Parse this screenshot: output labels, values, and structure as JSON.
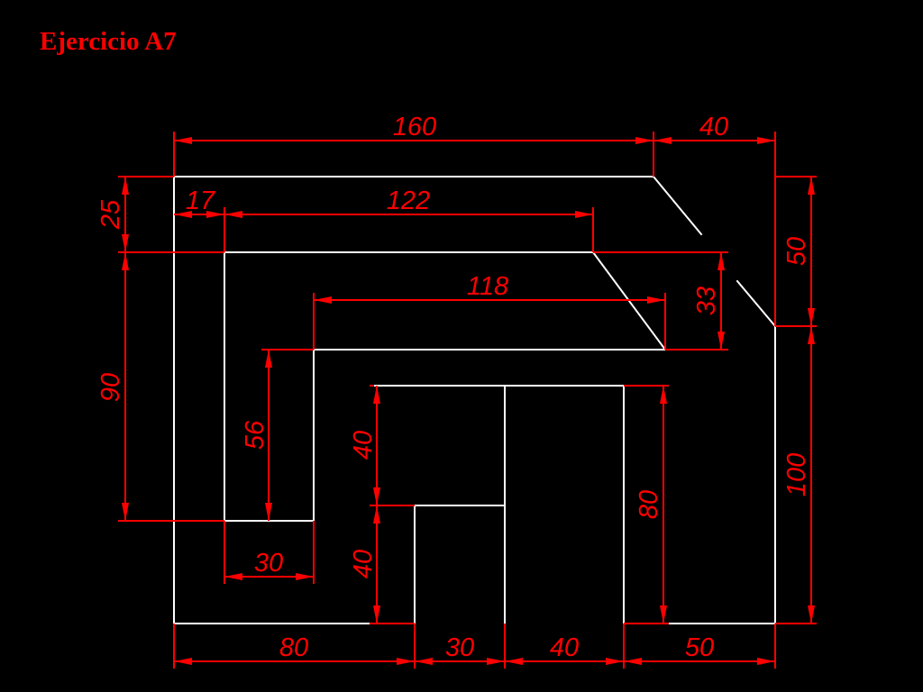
{
  "title": "Ejercicio A7",
  "colors": {
    "background": "#000000",
    "geometry": "#ffffff",
    "dimension": "#ff0000",
    "title": "#ff0000"
  },
  "dimensions": {
    "top_160": "160",
    "top_40": "40",
    "left_25": "25",
    "left_17": "17",
    "top_122": "122",
    "left_90": "90",
    "top_118": "118",
    "right_50": "50",
    "mid_33": "33",
    "left_56": "56",
    "bottom_30": "30",
    "inner_40_upper": "40",
    "inner_40_lower": "40",
    "inner_80": "80",
    "right_100": "100",
    "bottom_80": "80",
    "bottom_30b": "30",
    "bottom_40": "40",
    "bottom_50": "50"
  }
}
